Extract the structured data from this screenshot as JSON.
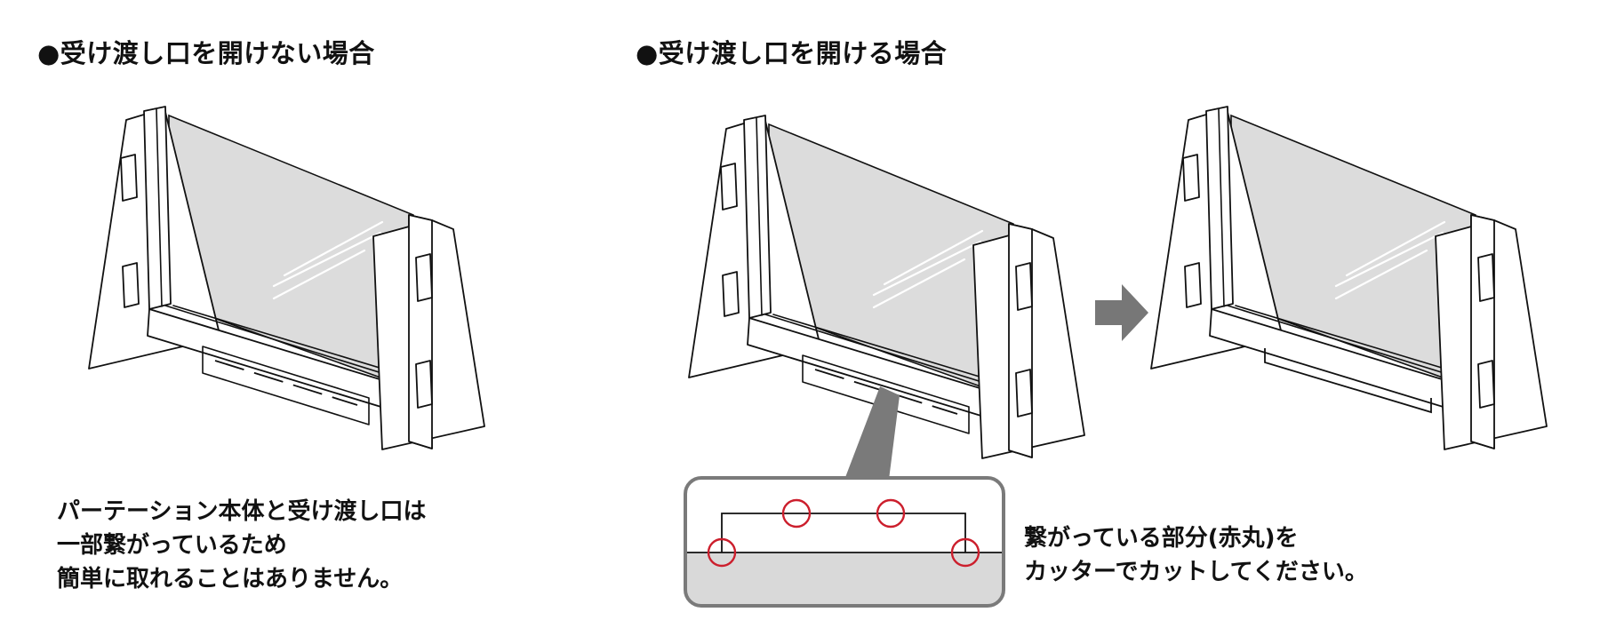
{
  "left_panel": {
    "heading": "●受け渡し口を開けない場合",
    "caption_lines": [
      "パーテーション本体と受け渡し口は",
      "一部繋がっているため",
      "簡単に取れることはありません。"
    ]
  },
  "right_panel": {
    "heading": "●受け渡し口を開ける場合",
    "caption_lines": [
      "繋がっている部分(赤丸)を",
      "カッターでカットしてください。"
    ]
  },
  "colors": {
    "marker_red": "#cc1f2d",
    "arrow_gray": "#777777",
    "callout_gray": "#7a7a7a",
    "acrylic_gray": "#dcdcdc",
    "detail_fill": "#d9d9d9"
  },
  "icons": {
    "step_arrow": "right-arrow-icon"
  }
}
